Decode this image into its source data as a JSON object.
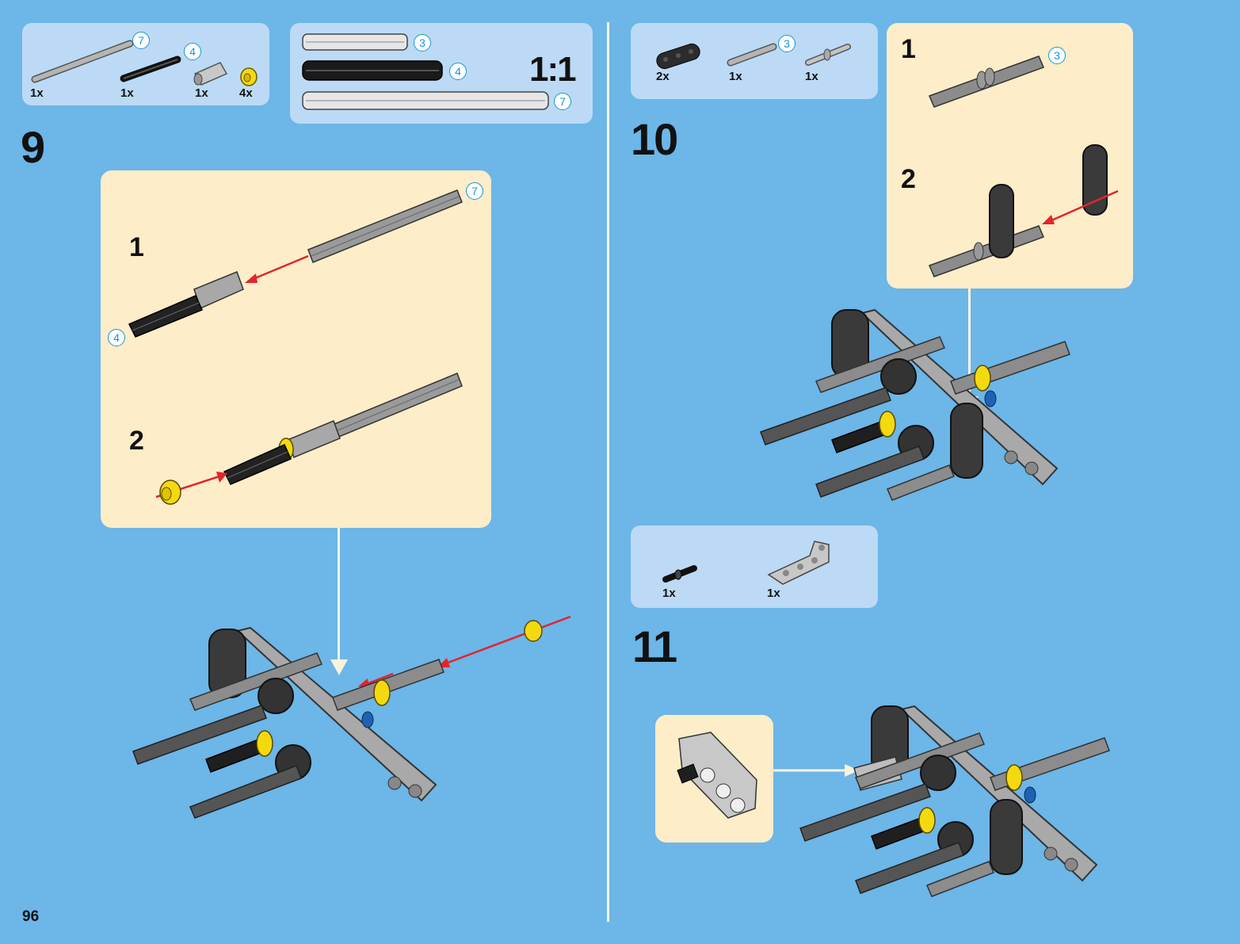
{
  "page_number": "96",
  "scale_label": "1:1",
  "steps": {
    "step9": {
      "number": "9",
      "parts": [
        {
          "qty": "1x",
          "badge": "7",
          "name": "axle-7"
        },
        {
          "qty": "1x",
          "badge": "4",
          "name": "axle-4"
        },
        {
          "qty": "1x",
          "name": "axle-connector"
        },
        {
          "qty": "4x",
          "name": "bush-half"
        }
      ],
      "sub1": "1",
      "sub2": "2",
      "badges": [
        "7",
        "4"
      ]
    },
    "ruler": {
      "badges": [
        "3",
        "4",
        "7"
      ]
    },
    "step10": {
      "number": "10",
      "parts": [
        {
          "qty": "2x",
          "name": "liftarm-3"
        },
        {
          "qty": "1x",
          "badge": "3",
          "name": "axle-3"
        },
        {
          "qty": "1x",
          "name": "pin-with-bush"
        }
      ],
      "sub1": "1",
      "sub2": "2",
      "badge": "3"
    },
    "step11": {
      "number": "11",
      "parts": [
        {
          "qty": "1x",
          "name": "pin-axle-black"
        },
        {
          "qty": "1x",
          "name": "liftarm-bent"
        }
      ]
    }
  },
  "colors": {
    "background": "#6cb6e8",
    "panel": "#bcdaf5",
    "subpanel": "#fdedc8",
    "arrow": "#e3242b",
    "badge": "#1597d5",
    "yellow": "#f4d90f"
  }
}
